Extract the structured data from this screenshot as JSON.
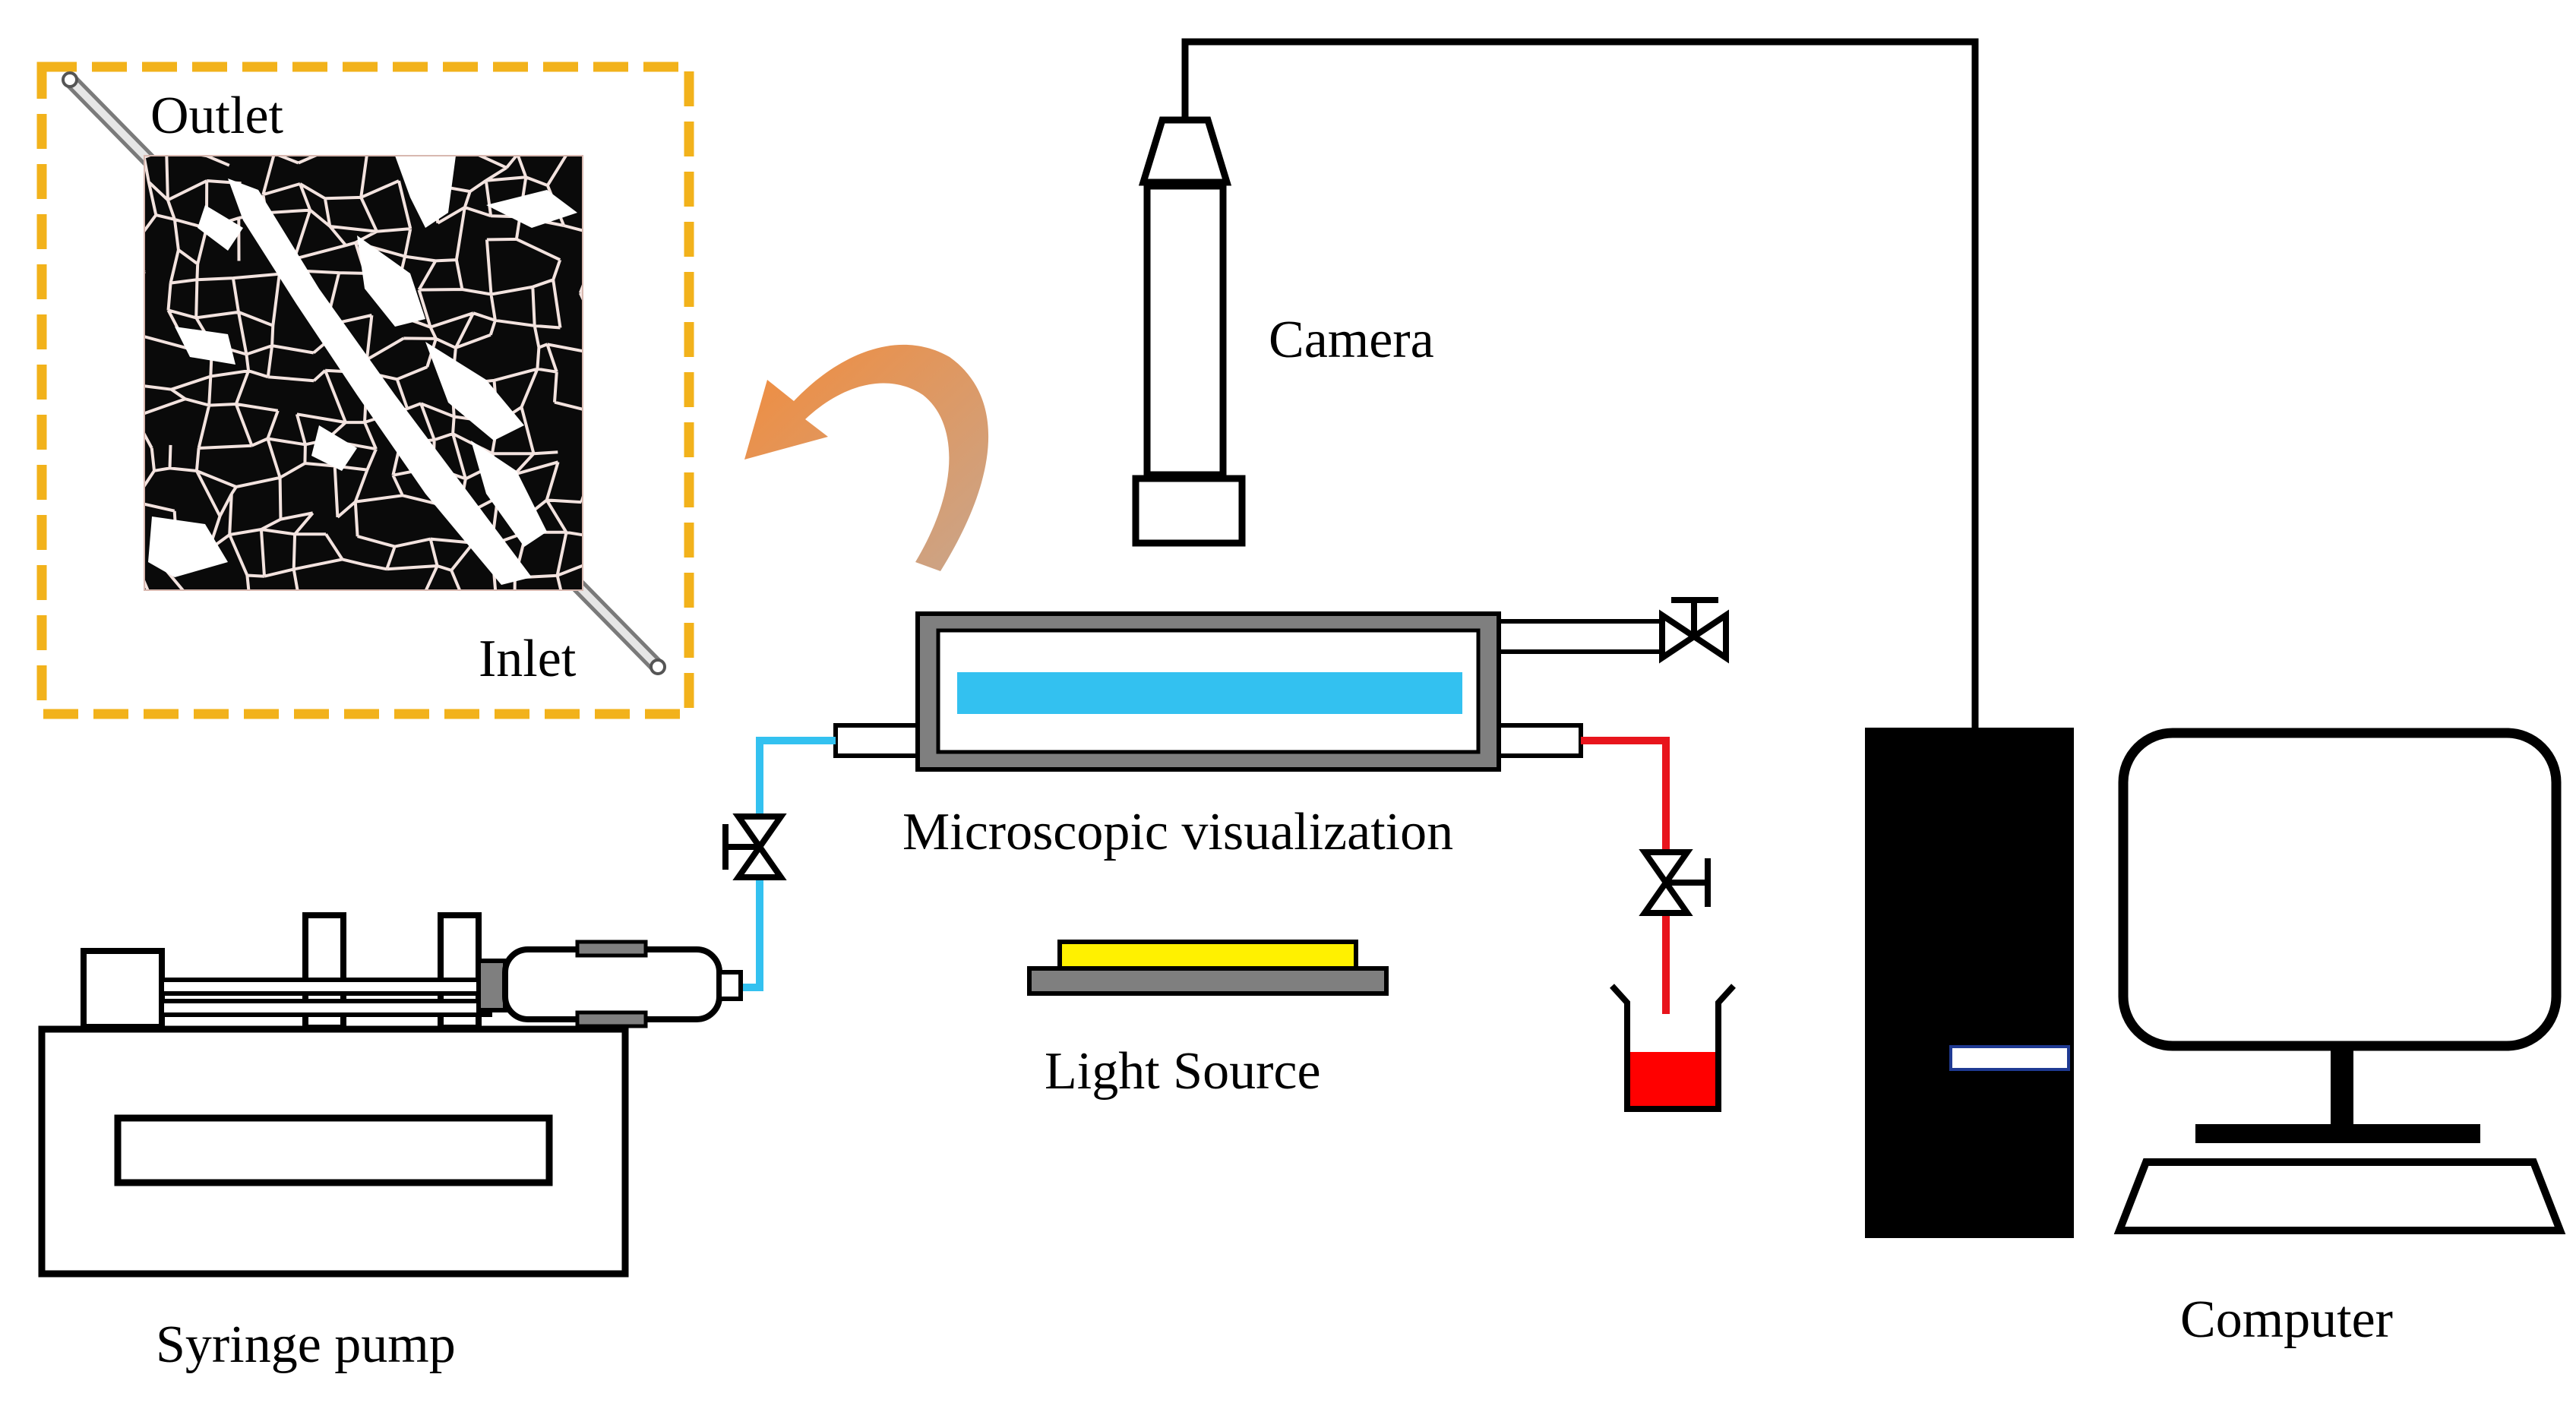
{
  "labels": {
    "outlet": "Outlet",
    "inlet": "Inlet",
    "camera": "Camera",
    "microscopic_visualization": "Microscopic visualization",
    "light_source": "Light Source",
    "syringe_pump": "Syringe pump",
    "computer": "Computer"
  },
  "colors": {
    "inset_border": "#f2b21b",
    "arrow": "#f28c3c",
    "inlet_line": "#33c1f0",
    "outlet_line": "#e8141c",
    "chip_channel": "#33c1f0",
    "light_source": "#fff100",
    "beaker_liquid": "#ff0000",
    "chip_frame": "#7f7f7f"
  }
}
